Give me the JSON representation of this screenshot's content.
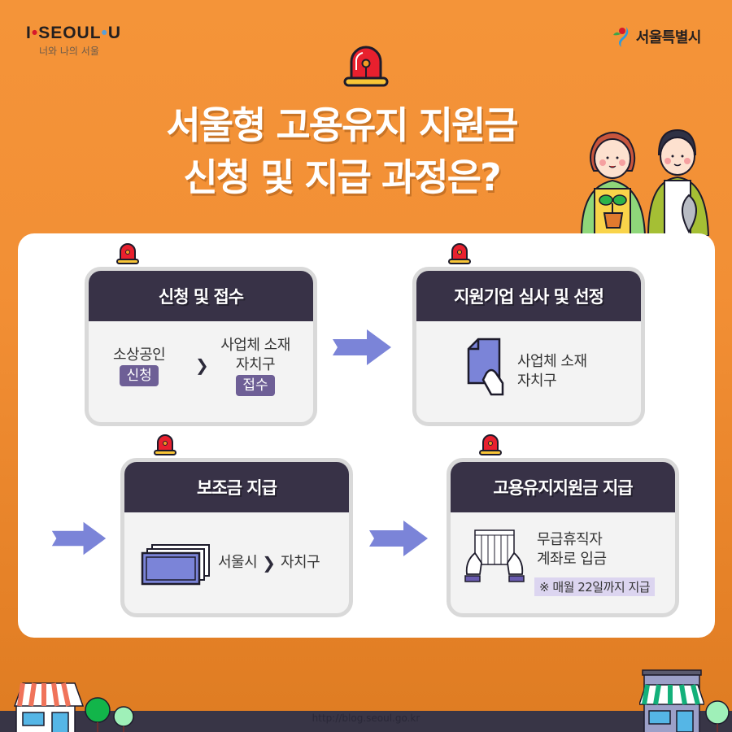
{
  "header": {
    "brand_logo": {
      "parts": [
        "I",
        "•",
        "SEOUL",
        "•",
        "U"
      ],
      "tagline": "너와 나의 서울"
    },
    "city_logo": {
      "icon": "seoul-city-symbol-icon",
      "label": "서울특별시"
    }
  },
  "title": {
    "line1": "서울형 고용유지 지원금",
    "line2": "신청 및 지급 과정은?"
  },
  "steps": [
    {
      "icon": "siren-icon",
      "heading": "신청 및 접수",
      "left": {
        "label": "소상공인",
        "badge": "신청"
      },
      "separator": "chevron-right-icon",
      "right": {
        "line1": "사업체 소재",
        "line2": "자치구",
        "badge": "접수"
      }
    },
    {
      "icon": "siren-icon",
      "heading": "지원기업 심사 및 선정",
      "illustration": "document-in-hand-icon",
      "line1": "사업체 소재",
      "line2": "자치구"
    },
    {
      "icon": "siren-icon",
      "heading": "보조금 지급",
      "illustration": "cash-stack-icon",
      "from": "서울시",
      "separator": "chevron-right-icon",
      "to": "자치구"
    },
    {
      "icon": "siren-icon",
      "heading": "고용유지지원금 지급",
      "illustration": "hands-holding-ledger-icon",
      "line1": "무급휴직자",
      "line2": "계좌로 입금",
      "note": "※ 매월 22일까지 지급"
    }
  ],
  "arrows": [
    "arrow-right-icon",
    "arrow-right-icon",
    "arrow-right-icon"
  ],
  "footer": {
    "url": "http://blog.seoul.go.kr"
  },
  "colors": {
    "background": "#f29035",
    "panel": "#ffffff",
    "card_head": "#383247",
    "card_body": "#f3f3f3",
    "badge": "#6e5f96",
    "arrow": "#7b84d8",
    "note_bg": "#dcd5f0",
    "street": "#383546"
  }
}
